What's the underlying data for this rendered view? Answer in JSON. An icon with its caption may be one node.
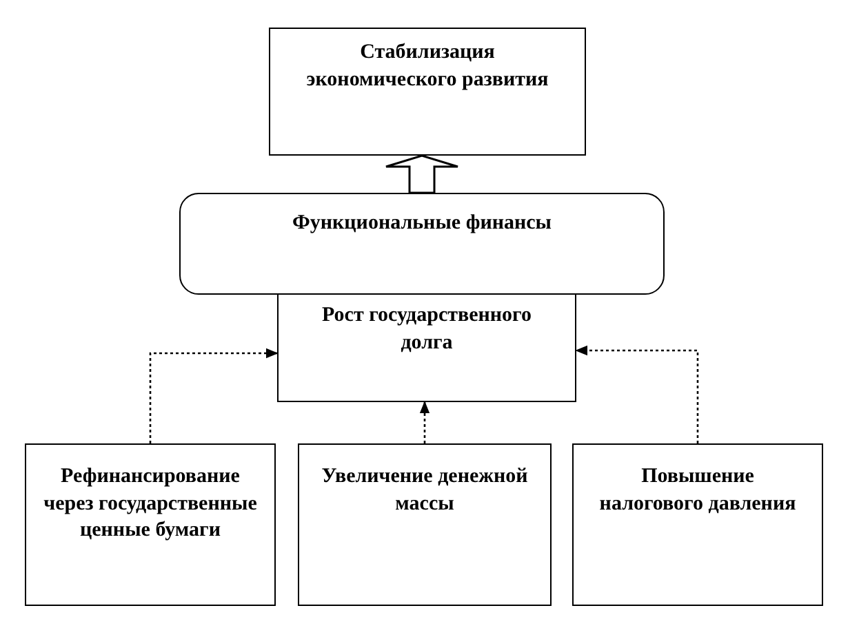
{
  "diagram": {
    "nodes": [
      {
        "text": [
          "Стабилизация экономического развития"
        ]
      },
      {
        "text": [
          "Функциональные финансы"
        ]
      },
      {
        "text": [
          "Рост государственного долга"
        ]
      },
      {
        "text": [
          "Рефинансирование через государственные ценные бумаги"
        ]
      },
      {
        "text": [
          "Увеличение денежной массы"
        ]
      },
      {
        "text": [
          "Повышение налогового давления"
        ]
      }
    ],
    "edges": [
      {
        "from": 1,
        "to": 0,
        "arrow": "to",
        "style": "thick"
      },
      {
        "from": 3,
        "to": 2,
        "arrow": "to",
        "style": "dashed"
      },
      {
        "from": 4,
        "to": 2,
        "arrow": "to",
        "style": "dashed"
      },
      {
        "from": 5,
        "to": 2,
        "arrow": "to",
        "style": "dashed"
      }
    ]
  }
}
